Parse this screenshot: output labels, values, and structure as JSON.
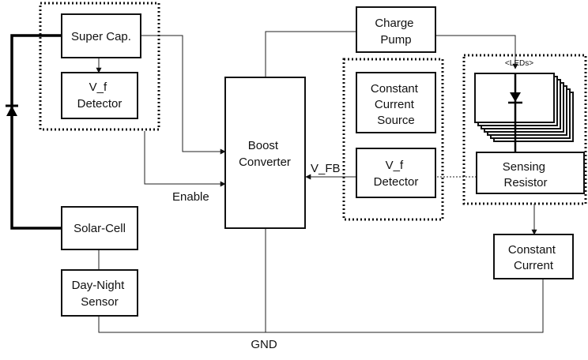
{
  "blocks": {
    "super_cap": "Super Cap.",
    "vf_detector_left": [
      "V_f",
      "Detector"
    ],
    "solar_cell": "Solar-Cell",
    "day_night_sensor": [
      "Day-Night",
      "Sensor"
    ],
    "boost_converter": [
      "Boost",
      "Converter"
    ],
    "charge_pump": [
      "Charge",
      "Pump"
    ],
    "constant_current_source": [
      "Constant",
      "Current",
      "Source"
    ],
    "vf_detector_right": [
      "V_f",
      "Detector"
    ],
    "sensing_resistor": [
      "Sensing",
      "Resistor"
    ],
    "constant_current": [
      "Constant",
      "Current"
    ]
  },
  "labels": {
    "enable": "Enable",
    "v_fb": "V_FB",
    "leds": "<LEDs>",
    "gnd": "GND"
  }
}
